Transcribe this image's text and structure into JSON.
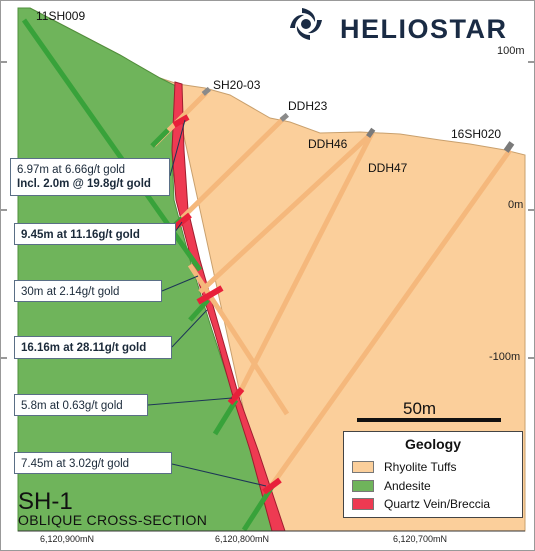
{
  "brand": {
    "name": "HELIOSTAR",
    "logo_icon": "heliostar-sun-icon"
  },
  "section": {
    "title": "SH-1",
    "subtitle": "OBLIQUE CROSS-SECTION"
  },
  "elevations": [
    "100m",
    "0m",
    "-100m"
  ],
  "northings": [
    "6,120,900mN",
    "6,120,800mN",
    "6,120,700mN"
  ],
  "drillholes": [
    "11SH009",
    "SH20-03",
    "DDH23",
    "DDH46",
    "DDH47",
    "16SH020"
  ],
  "intercepts": [
    {
      "line1": "6.97m at 6.66g/t gold",
      "line2": "Incl. 2.0m @ 19.8g/t gold"
    },
    {
      "line1": "9.45m at 11.16g/t gold"
    },
    {
      "line1": "30m at 2.14g/t gold"
    },
    {
      "line1": "16.16m at 28.11g/t gold"
    },
    {
      "line1": "5.8m at 0.63g/t gold"
    },
    {
      "line1": "7.45m at 3.02g/t gold"
    }
  ],
  "scale_bar": {
    "label": "50m"
  },
  "legend": {
    "title": "Geology",
    "items": [
      {
        "label": "Rhyolite Tuffs",
        "color": "#fbcf9b"
      },
      {
        "label": "Andesite",
        "color": "#6fb45b"
      },
      {
        "label": "Quartz Vein/Breccia",
        "color": "#ee3a52"
      }
    ]
  },
  "colors": {
    "rhyolite": "#fbcf9b",
    "andesite": "#6fb45b",
    "vein": "#ee3a52",
    "brand_text": "#1a2b44",
    "drill_trace": "#f5b87c",
    "drill_andesite": "#38a23a"
  }
}
